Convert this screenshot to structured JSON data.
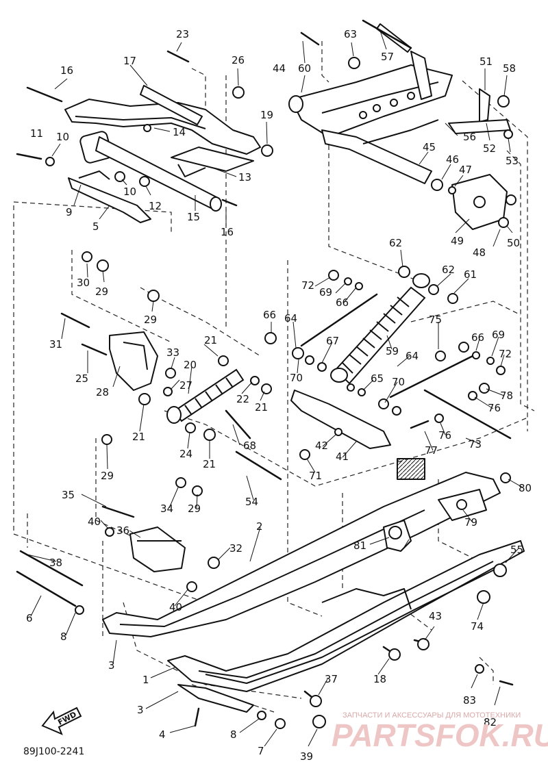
{
  "diagram": {
    "ref_code": "89J100-2241",
    "fwd_label": "FWD",
    "watermark_top": "ЗАПЧАСТИ И АКСЕССУАРЫ ДЛЯ МОТОТЕХНИКИ",
    "watermark_logo": "PARTSFOK.RU",
    "part_labels": [
      "23",
      "26",
      "19",
      "16",
      "17",
      "14",
      "11",
      "10",
      "10",
      "12",
      "9",
      "5",
      "13",
      "15",
      "16",
      "63",
      "57",
      "44",
      "60",
      "51",
      "58",
      "56",
      "52",
      "53",
      "45",
      "46",
      "47",
      "49",
      "50",
      "48",
      "30",
      "29",
      "29",
      "31",
      "25",
      "28",
      "33",
      "27",
      "21",
      "20",
      "22",
      "21",
      "21",
      "24",
      "21",
      "29",
      "62",
      "62",
      "61",
      "72",
      "69",
      "66",
      "66",
      "64",
      "67",
      "59",
      "70",
      "65",
      "70",
      "75",
      "66",
      "69",
      "72",
      "64",
      "78",
      "76",
      "76",
      "68",
      "42",
      "41",
      "71",
      "77",
      "73",
      "80",
      "79",
      "54",
      "35",
      "34",
      "29",
      "40",
      "36",
      "32",
      "2",
      "81",
      "55",
      "38",
      "40",
      "6",
      "8",
      "3",
      "74",
      "43",
      "1",
      "18",
      "37",
      "3",
      "4",
      "8",
      "7",
      "39",
      "83",
      "82"
    ]
  }
}
